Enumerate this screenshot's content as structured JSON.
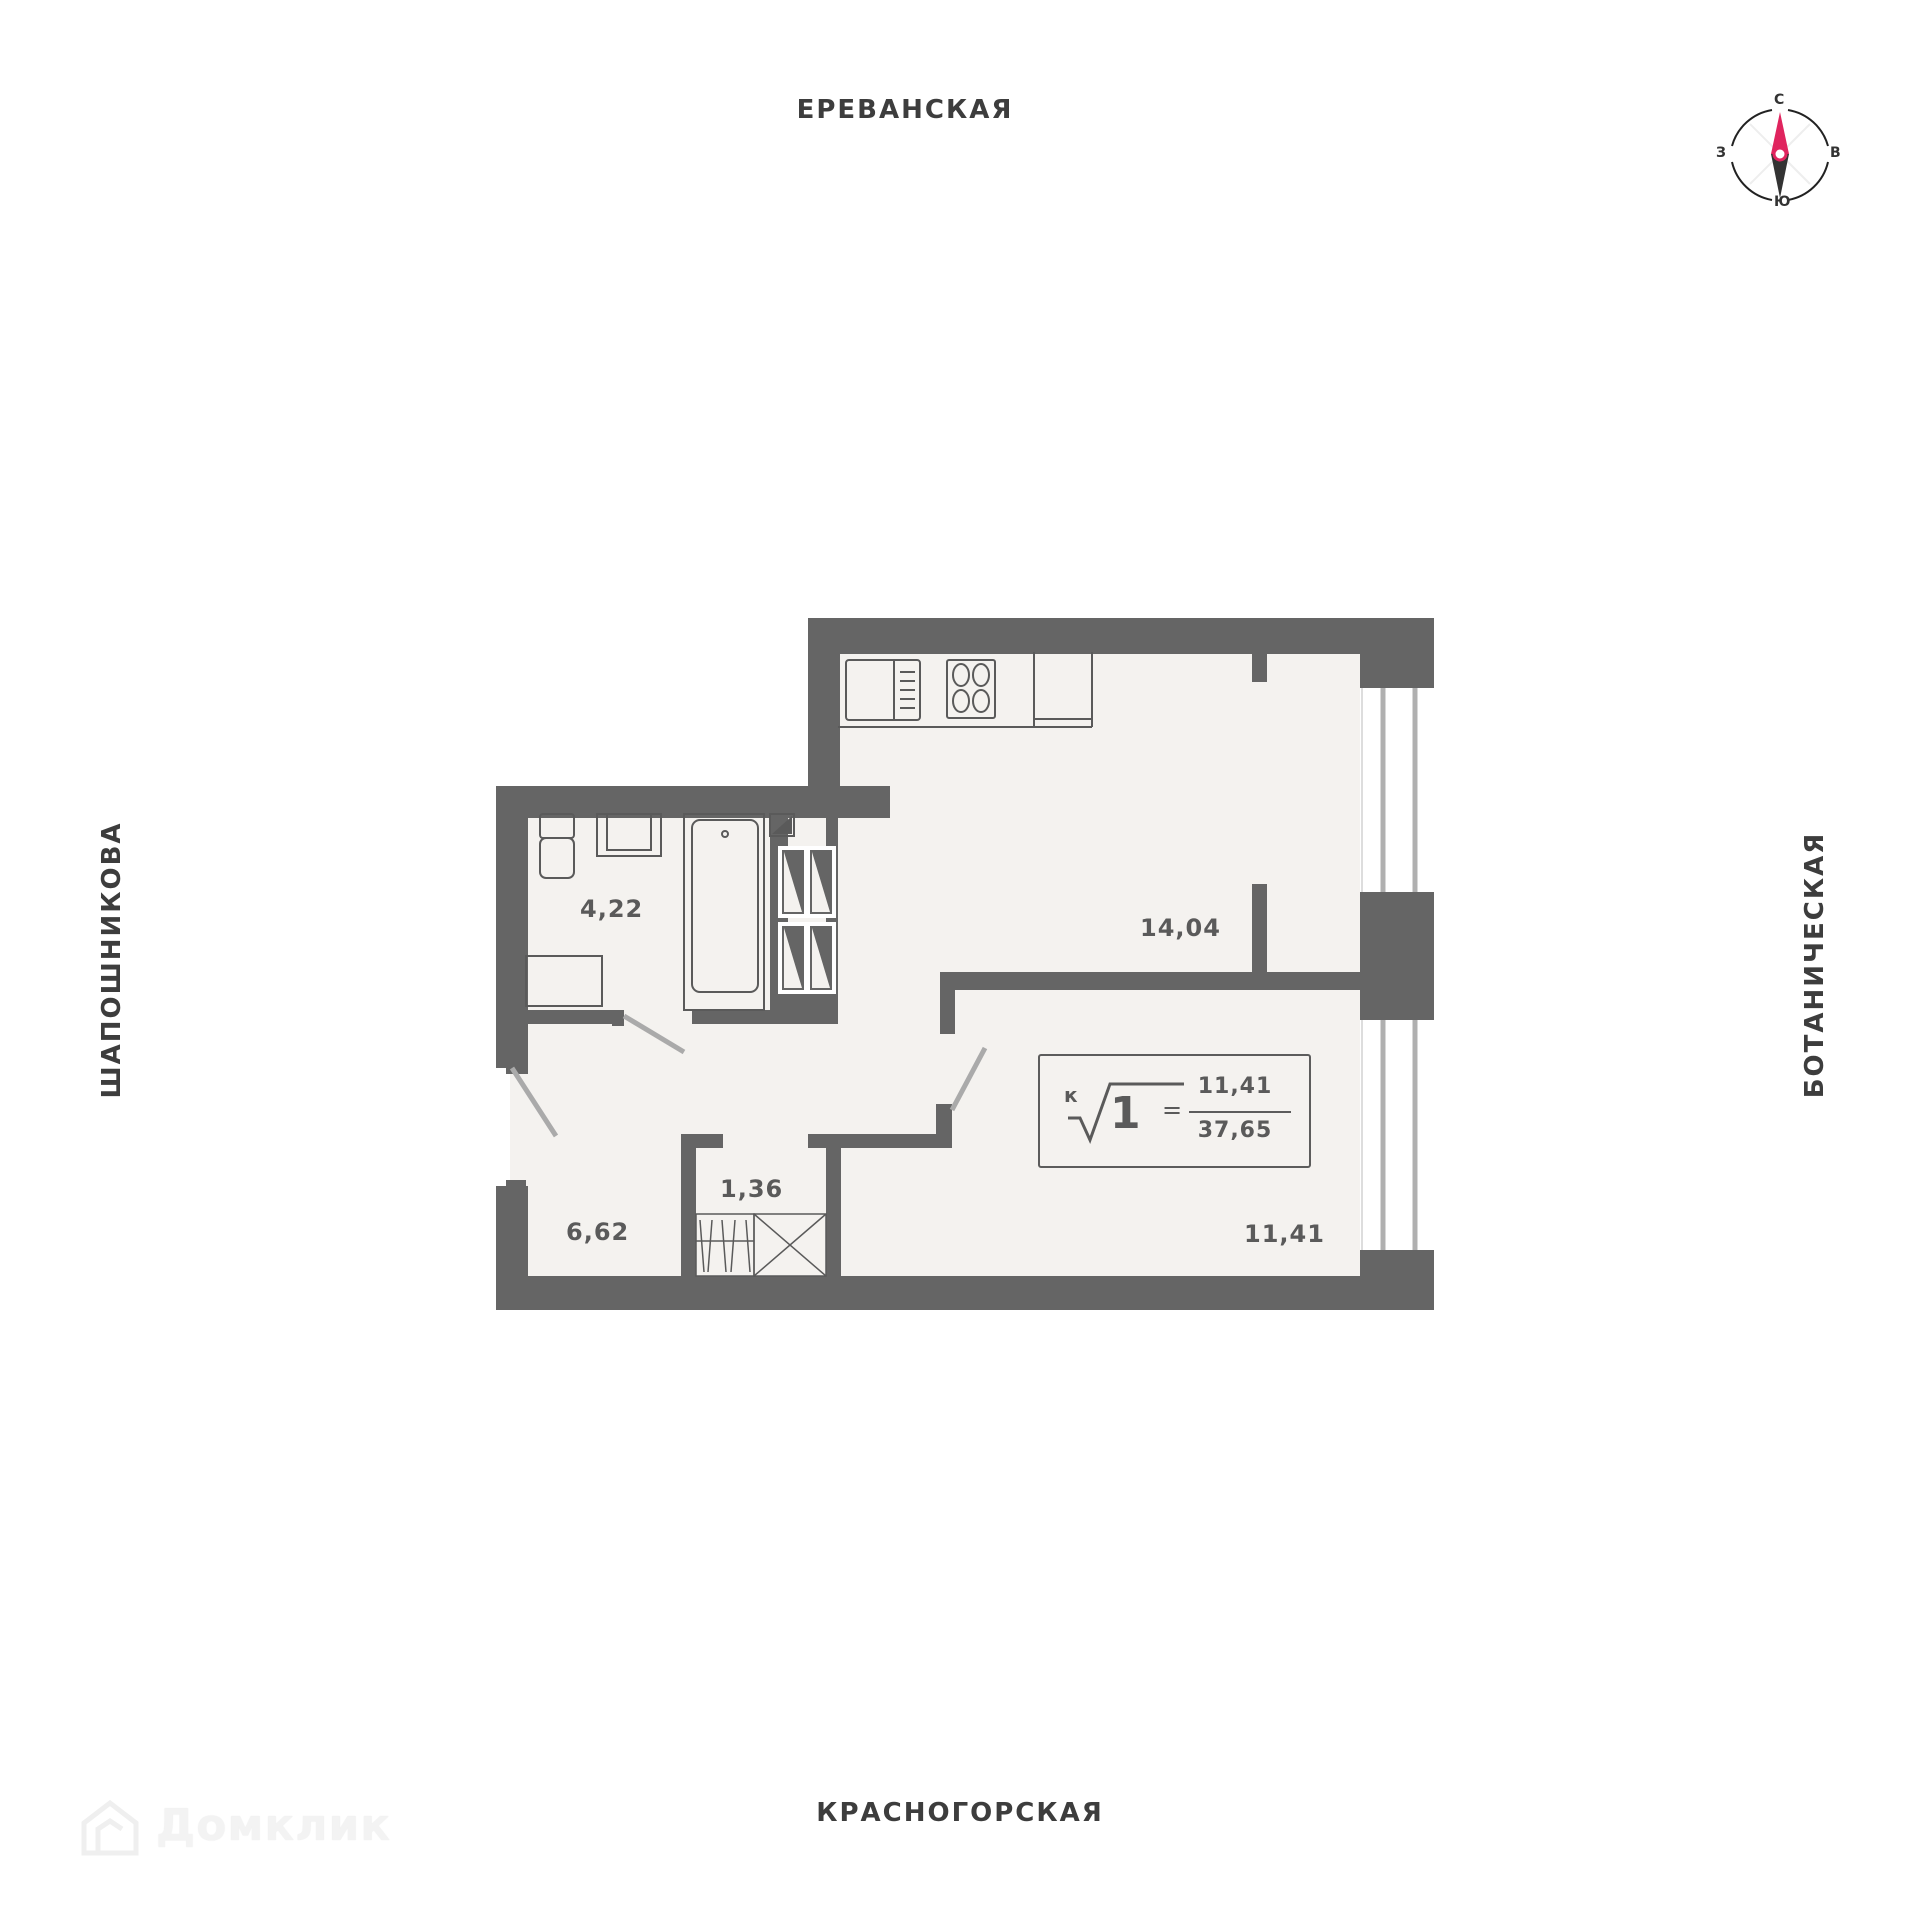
{
  "streets": {
    "top": "ЕРЕВАНСКАЯ",
    "bottom": "КРАСНОГОРСКАЯ",
    "left": "ШАПОШНИКОВА",
    "right": "БОТАНИЧЕСКАЯ"
  },
  "compass": {
    "north": "С",
    "south": "Ю",
    "west": "З",
    "east": "В",
    "north_color": "#e0245e",
    "south_color": "#333333"
  },
  "rooms": [
    {
      "name": "kitchen-living",
      "area": "14,04"
    },
    {
      "name": "bathroom",
      "area": "4,22"
    },
    {
      "name": "hallway",
      "area": "6,62"
    },
    {
      "name": "storage",
      "area": "1,36"
    },
    {
      "name": "bedroom",
      "area": "11,41"
    }
  ],
  "formula": {
    "prefix": "к",
    "room_count": "1",
    "equals": "=",
    "living_area": "11,41",
    "total_area": "37,65"
  },
  "watermark": {
    "text": "Домклик"
  },
  "colors": {
    "wall": "#656565",
    "floor": "#f4f2ef",
    "fixture_line": "#5a5a5a",
    "door_leaf": "#aaaaaa",
    "window_frame": "#b0b0b0"
  }
}
